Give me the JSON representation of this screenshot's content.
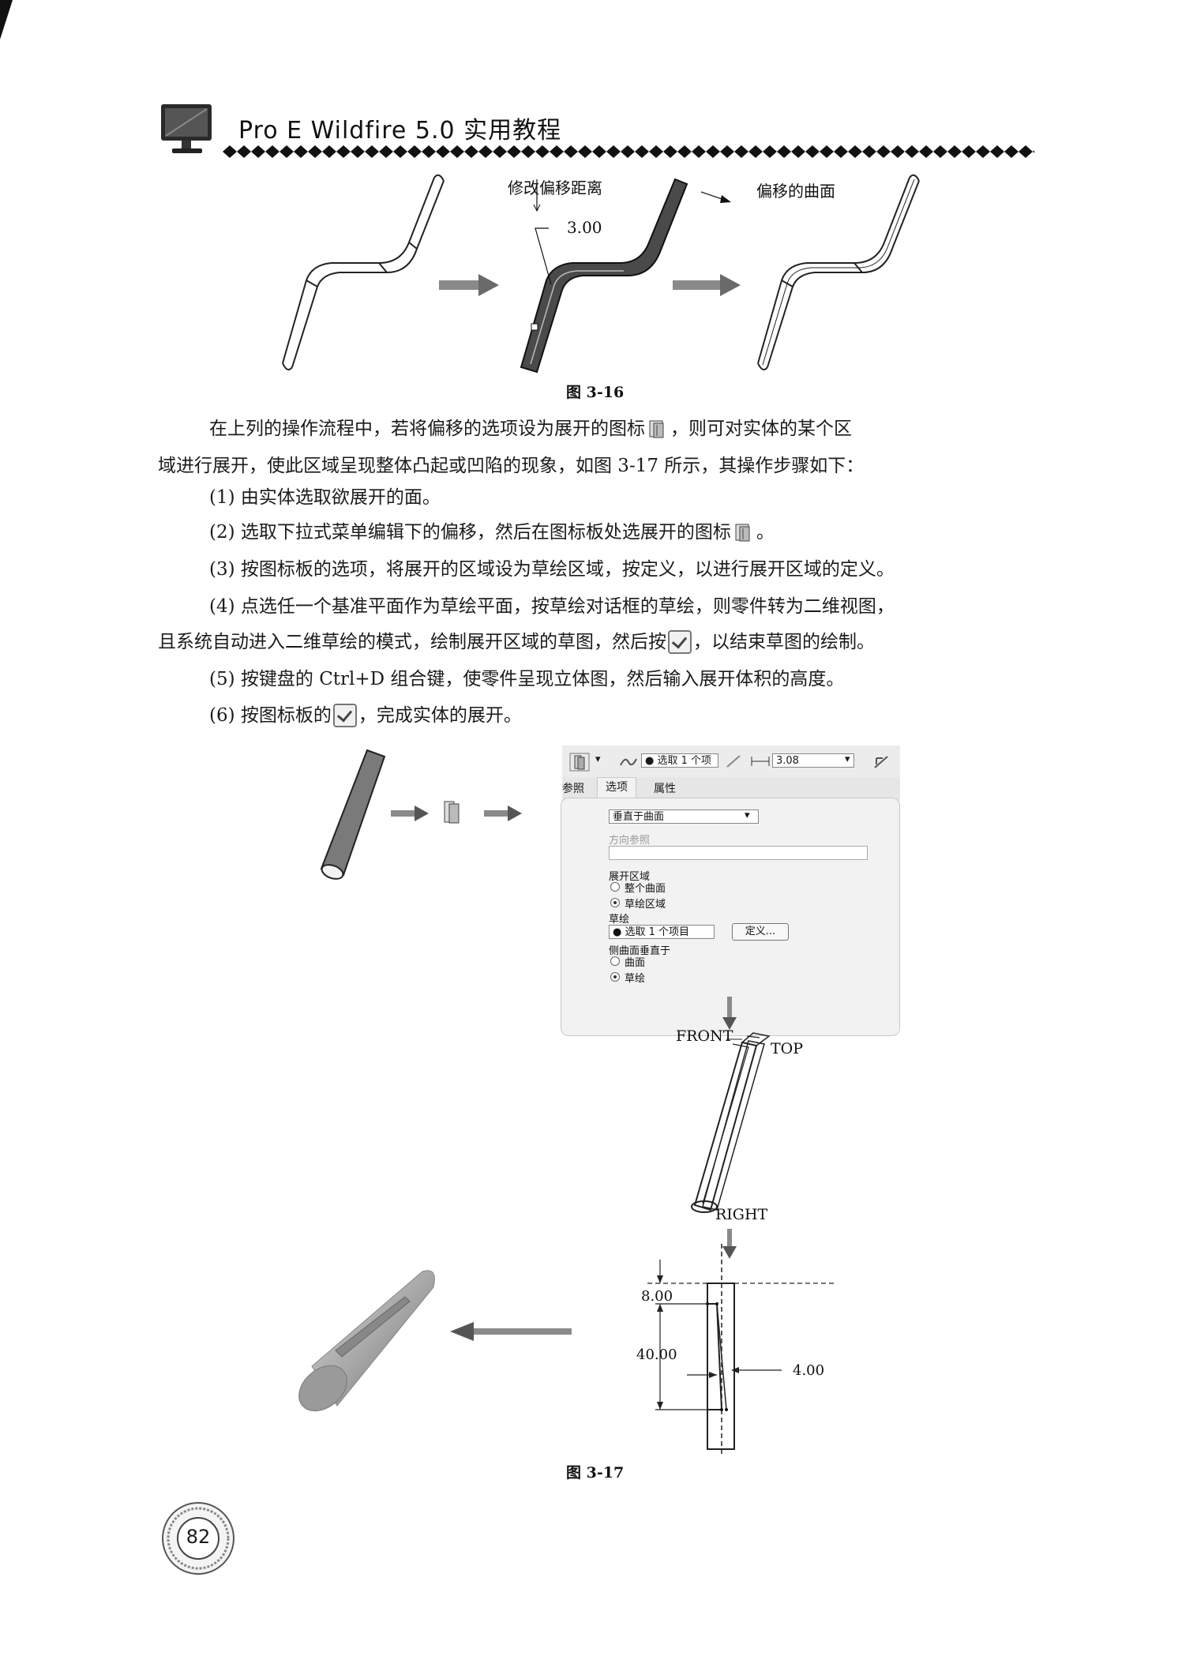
{
  "header": {
    "title": "Pro E Wildfire 5.0 实用教程"
  },
  "figure_3_16": {
    "caption": "图 3-16",
    "label_modify_offset": "修改偏移距离",
    "label_dimension": "3.00",
    "label_offset_surface": "偏移的曲面"
  },
  "intro": {
    "line1_a": "在上列的操作流程中，若将偏移的选项设为展开的图标",
    "line1_b": "，则可对实体的某个区",
    "line2": "域进行展开，使此区域呈现整体凸起或凹陷的现象，如图 3-17 所示，其操作步骤如下："
  },
  "steps": {
    "s1": "(1) 由实体选取欲展开的面。",
    "s2_a": "(2) 选取下拉式菜单编辑下的偏移，然后在图标板处选展开的图标",
    "s2_b": "。",
    "s3": "(3) 按图标板的选项，将展开的区域设为草绘区域，按定义，以进行展开区域的定义。",
    "s4_line1": "(4) 点选任一个基准平面作为草绘平面，按草绘对话框的草绘，则零件转为二维视图，",
    "s4_line2_a": "且系统自动进入二维草绘的模式，绘制展开区域的草图，然后按",
    "s4_line2_b": "，以结束草图的绘制。",
    "s5": "(5) 按键盘的 Ctrl+D 组合键，使零件呈现立体图，然后输入展开体积的高度。",
    "s6_a": "(6) 按图标板的",
    "s6_b": "，完成实体的展开。"
  },
  "dialog": {
    "toolbar_select": "● 选取 1 个项",
    "toolbar_value": "3.08",
    "tabs": [
      "参照",
      "选项",
      "属性"
    ],
    "dropdown_value": "垂直于曲面",
    "direction_ref_label": "方向参照",
    "expand_region_label": "展开区域",
    "radio_whole_surface": "整个曲面",
    "radio_sketch_region": "草绘区域",
    "sketch_label": "草绘",
    "sketch_select": "● 选取 1 个项目",
    "define_button": "定义...",
    "side_normal_label": "侧曲面垂直于",
    "radio_surface": "曲面",
    "radio_sketch": "草绘"
  },
  "figure_3_17": {
    "caption": "图 3-17",
    "label_front": "FRONT",
    "label_top": "TOP",
    "label_right": "RIGHT",
    "dim_8": "8.00",
    "dim_40": "40.00",
    "dim_4": "4.00"
  },
  "page_number": "82"
}
